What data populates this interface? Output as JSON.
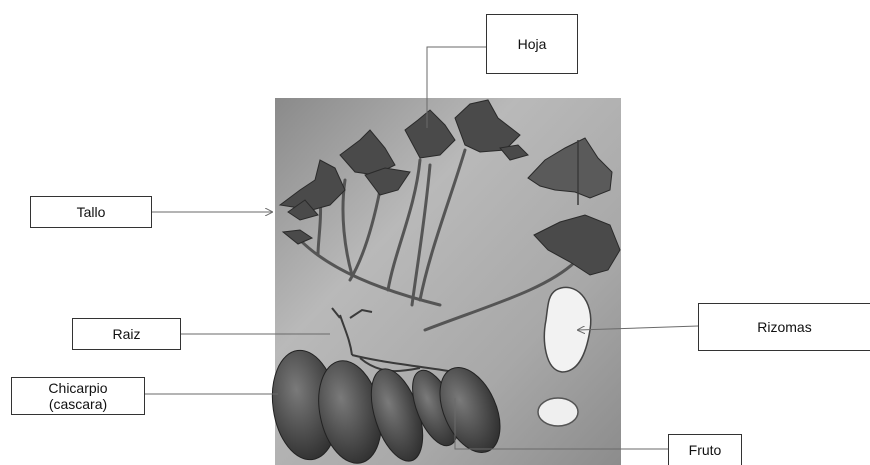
{
  "diagram": {
    "photo_subject": "sweet potato plant with leaves, stems, roots and tubers",
    "labels": {
      "hoja": "Hoja",
      "tallo": "Tallo",
      "raiz": "Raiz",
      "chicarpio": "Chicarpio\n(cascara)",
      "rizomas": "Rizomas",
      "fruto": "Fruto"
    }
  },
  "colors": {
    "photo_background": "#b4b4b4",
    "foliage": "#4a4a4a",
    "tuber": "#5a5a5a",
    "flesh": "#f2f2f2",
    "leader_line": "#6a6a6a"
  }
}
